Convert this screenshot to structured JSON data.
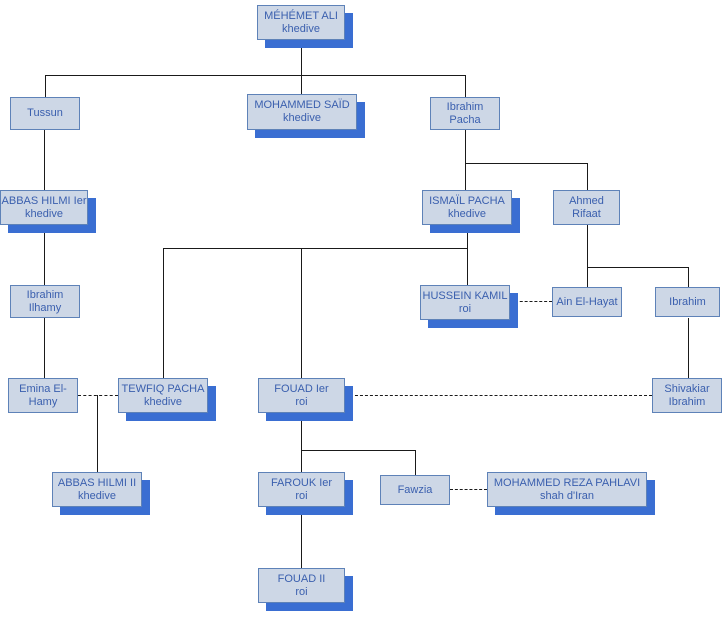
{
  "nodes": {
    "mehemet_ali": {
      "line1": "MÉHÉMET ALI",
      "line2": "khedive"
    },
    "tussun": {
      "line1": "Tussun"
    },
    "mohammed_said": {
      "line1": "MOHAMMED SAÏD",
      "line2": "khedive"
    },
    "ibrahim_pacha": {
      "line1": "Ibrahim",
      "line2": "Pacha"
    },
    "abbas_hilmi_1": {
      "line1": "ABBAS HILMI Ier",
      "line2": "khedive"
    },
    "ismail_pacha": {
      "line1": "ISMAÏL PACHA",
      "line2": "khedive"
    },
    "ahmed_rifaat": {
      "line1": "Ahmed",
      "line2": "Rifaat"
    },
    "ibrahim_ilhamy": {
      "line1": "Ibrahim",
      "line2": "Ilhamy"
    },
    "hussein_kamil": {
      "line1": "HUSSEIN KAMIL",
      "line2": "roi"
    },
    "ain_el_hayat": {
      "line1": "Ain El-Hayat"
    },
    "ibrahim": {
      "line1": "Ibrahim"
    },
    "emina_el_hamy": {
      "line1": "Emina El-",
      "line2": "Hamy"
    },
    "tewfiq_pacha": {
      "line1": "TEWFIQ PACHA",
      "line2": "khedive"
    },
    "fouad_1": {
      "line1": "FOUAD Ier",
      "line2": "roi"
    },
    "shivakiar_ibrahim": {
      "line1": "Shivakiar",
      "line2": "Ibrahim"
    },
    "abbas_hilmi_2": {
      "line1": "ABBAS HILMI II",
      "line2": "khedive"
    },
    "farouk_1": {
      "line1": "FAROUK Ier",
      "line2": "roi"
    },
    "fawzia": {
      "line1": "Fawzia"
    },
    "mohammed_reza_pahlavi": {
      "line1": "MOHAMMED REZA PAHLAVI",
      "line2": "shah d'Iran"
    },
    "fouad_2": {
      "line1": "FOUAD II",
      "line2": "roi"
    }
  },
  "colors": {
    "box-fill": "#cdd7e6",
    "box-border": "#5e82b8",
    "box-text": "#3a5fae",
    "box-shadow": "#3a6ed2",
    "line": "#1a1a1a"
  },
  "relationships": {
    "parent_child": [
      {
        "parent": "mehemet_ali",
        "child": "tussun"
      },
      {
        "parent": "mehemet_ali",
        "child": "mohammed_said"
      },
      {
        "parent": "mehemet_ali",
        "child": "ibrahim_pacha"
      },
      {
        "parent": "tussun",
        "child": "abbas_hilmi_1"
      },
      {
        "parent": "ibrahim_pacha",
        "child": "ismail_pacha"
      },
      {
        "parent": "ibrahim_pacha",
        "child": "ahmed_rifaat"
      },
      {
        "parent": "abbas_hilmi_1",
        "child": "ibrahim_ilhamy"
      },
      {
        "parent": "ibrahim_ilhamy",
        "child": "emina_el_hamy"
      },
      {
        "parent": "ismail_pacha",
        "child": "tewfiq_pacha"
      },
      {
        "parent": "ismail_pacha",
        "child": "fouad_1"
      },
      {
        "parent": "ismail_pacha",
        "child": "hussein_kamil"
      },
      {
        "parent": "ahmed_rifaat",
        "child": "ain_el_hayat"
      },
      {
        "parent": "ahmed_rifaat",
        "child": "ibrahim"
      },
      {
        "parent": "ibrahim",
        "child": "shivakiar_ibrahim"
      },
      {
        "parents": [
          "tewfiq_pacha",
          "emina_el_hamy"
        ],
        "child": "abbas_hilmi_2"
      },
      {
        "parent": "fouad_1",
        "child": "farouk_1"
      },
      {
        "parent": "fouad_1",
        "child": "fawzia"
      },
      {
        "parent": "farouk_1",
        "child": "fouad_2"
      }
    ],
    "marriages": [
      [
        "hussein_kamil",
        "ain_el_hayat"
      ],
      [
        "emina_el_hamy",
        "tewfiq_pacha"
      ],
      [
        "fouad_1",
        "shivakiar_ibrahim"
      ],
      [
        "fawzia",
        "mohammed_reza_pahlavi"
      ]
    ]
  }
}
